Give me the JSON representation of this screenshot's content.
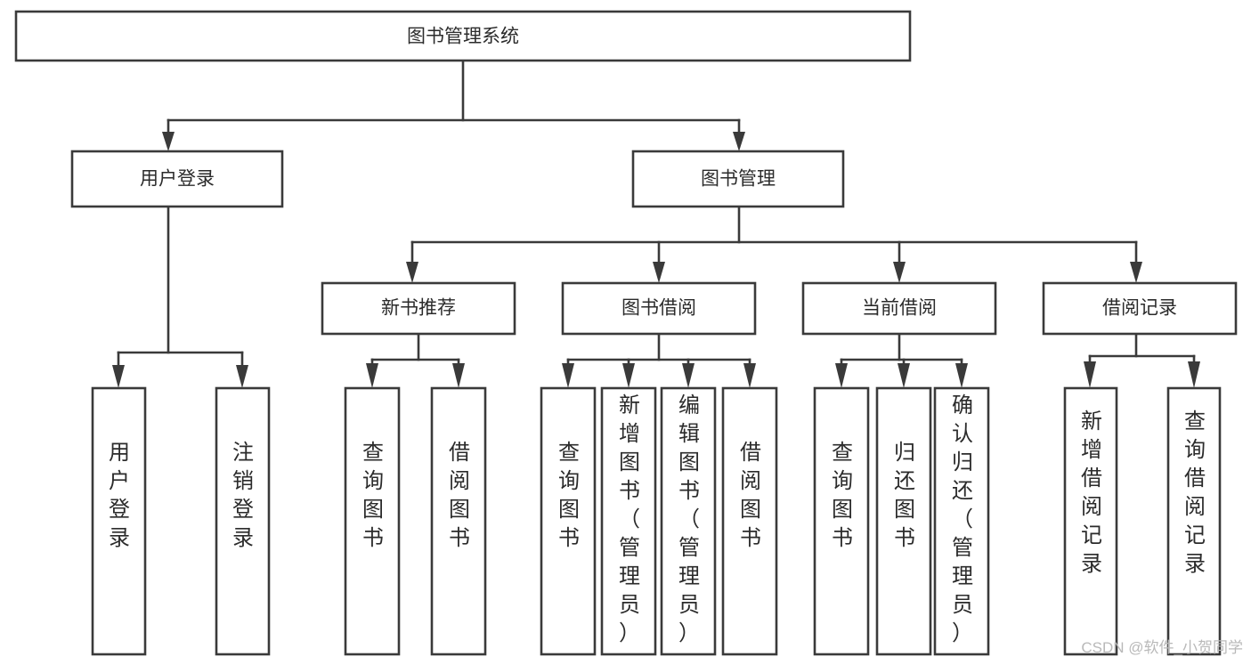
{
  "diagram": {
    "title": "图书管理系统",
    "type": "tree-hierarchy",
    "root": {
      "label": "图书管理系统",
      "id": "root"
    },
    "level2": [
      {
        "id": "user-login",
        "label": "用户登录"
      },
      {
        "id": "book-manage",
        "label": "图书管理"
      }
    ],
    "level3": [
      {
        "id": "new-book-rec",
        "label": "新书推荐",
        "parent": "book-manage"
      },
      {
        "id": "book-borrow",
        "label": "图书借阅",
        "parent": "book-manage"
      },
      {
        "id": "current-borrow",
        "label": "当前借阅",
        "parent": "book-manage"
      },
      {
        "id": "borrow-record",
        "label": "借阅记录",
        "parent": "book-manage"
      }
    ],
    "leaves": [
      {
        "id": "leaf-user-login",
        "label": "用户登录",
        "parent": "user-login"
      },
      {
        "id": "leaf-logout-login",
        "label": "注销登录",
        "parent": "user-login"
      },
      {
        "id": "leaf-query-book-1",
        "label": "查询图书",
        "parent": "new-book-rec"
      },
      {
        "id": "leaf-borrow-book-1",
        "label": "借阅图书",
        "parent": "new-book-rec"
      },
      {
        "id": "leaf-query-book-2",
        "label": "查询图书",
        "parent": "book-borrow"
      },
      {
        "id": "leaf-add-book",
        "label": "新增图书（管理员）",
        "parent": "book-borrow"
      },
      {
        "id": "leaf-edit-book",
        "label": "编辑图书（管理员）",
        "parent": "book-borrow"
      },
      {
        "id": "leaf-borrow-book-2",
        "label": "借阅图书",
        "parent": "book-borrow"
      },
      {
        "id": "leaf-query-book-3",
        "label": "查询图书",
        "parent": "current-borrow"
      },
      {
        "id": "leaf-return-book",
        "label": "归还图书",
        "parent": "current-borrow"
      },
      {
        "id": "leaf-confirm-return",
        "label": "确认归还（管理员）",
        "parent": "current-borrow"
      },
      {
        "id": "leaf-add-record",
        "label": "新增借阅记录",
        "parent": "borrow-record"
      },
      {
        "id": "leaf-query-record",
        "label": "查询借阅记录",
        "parent": "borrow-record"
      }
    ]
  },
  "watermark": {
    "text": "CSDN @软件_小贺同学"
  },
  "colors": {
    "stroke": "#3a3a3a",
    "box_fill": "#ffffff",
    "text": "#2b2b2b",
    "watermark": "#b9b9b9",
    "background": "#ffffff"
  }
}
